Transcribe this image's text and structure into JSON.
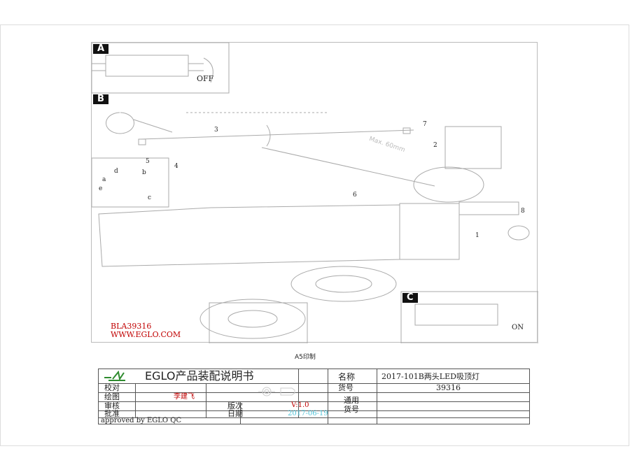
{
  "drawing": {
    "panel_a": {
      "tag": "A",
      "label": "OFF"
    },
    "panel_b": {
      "tag": "B",
      "steps": [
        "1",
        "2",
        "3",
        "4",
        "5",
        "6",
        "7",
        "8"
      ],
      "sub_labels": [
        "a",
        "b",
        "c",
        "d",
        "e"
      ],
      "dimension": "Max. 60mm"
    },
    "panel_c": {
      "tag": "C",
      "label": "ON"
    },
    "model_code": "BLA39316",
    "website": "WWW.EGLO.COM",
    "print_note": "A5印制"
  },
  "title_block": {
    "title": "EGLO产品装配说明书",
    "rows": {
      "check": "校对",
      "draw": "绘图",
      "review": "审核",
      "approve": "批准"
    },
    "drawer": "李建飞",
    "version_label": "版次",
    "version": "V:1.0",
    "date_label": "日期",
    "date": "2017-06-19",
    "name_label": "名称",
    "name": "2017-101B两头LED吸顶灯",
    "item_label": "货号",
    "item": "39316",
    "generic_label_1": "通用",
    "generic_label_2": "货号",
    "approved": "approved by EGLO QC"
  },
  "colors": {
    "red": "#c00000",
    "date": "#4fc3d8"
  }
}
